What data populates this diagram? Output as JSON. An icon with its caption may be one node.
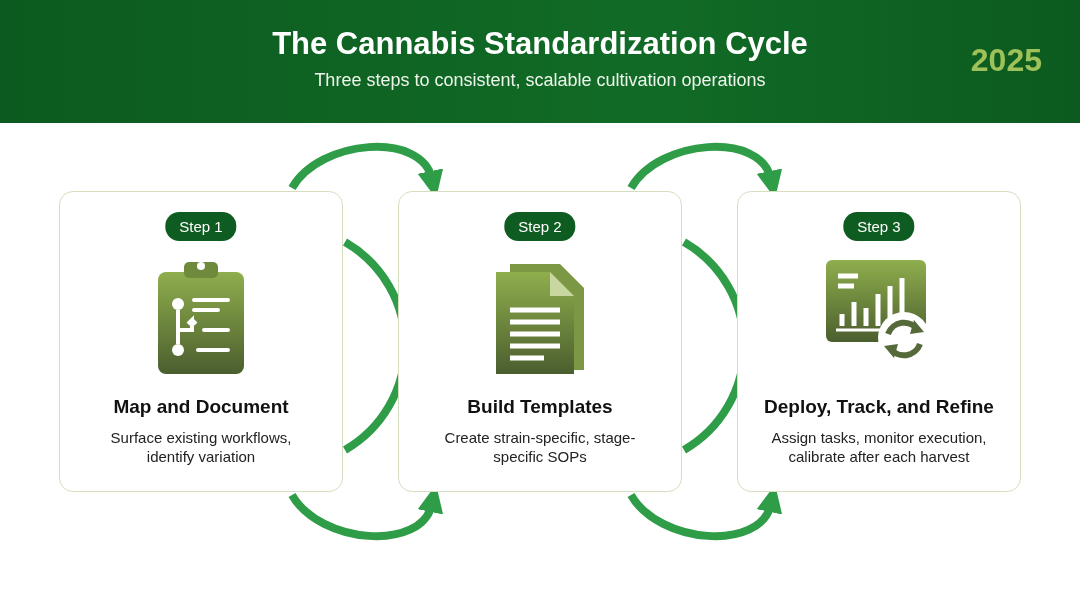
{
  "diagram": {
    "title": "The Cannabis Standardization Cycle",
    "nodes": [
      {
        "text": [
          "Step 1",
          "Map and Document",
          "Surface existing workflows, identify variation"
        ]
      },
      {
        "text": [
          "Step 2",
          "Build Templates",
          "Create strain-specific, stage-specific SOPs"
        ]
      },
      {
        "text": [
          "Step 3",
          "Deploy, Track, and Refine",
          "Assign tasks, monitor execution, calibrate after each harvest"
        ]
      }
    ],
    "edges": [
      {
        "from": 0,
        "to": 1,
        "arrow": "to"
      },
      {
        "from": 0,
        "to": 1,
        "arrow": "to"
      },
      {
        "from": 1,
        "to": 2,
        "arrow": "to"
      },
      {
        "from": 1,
        "to": 2,
        "arrow": "to"
      }
    ],
    "labels": [
      "Three steps to consistent, scalable cultivation operations",
      "2025"
    ]
  }
}
